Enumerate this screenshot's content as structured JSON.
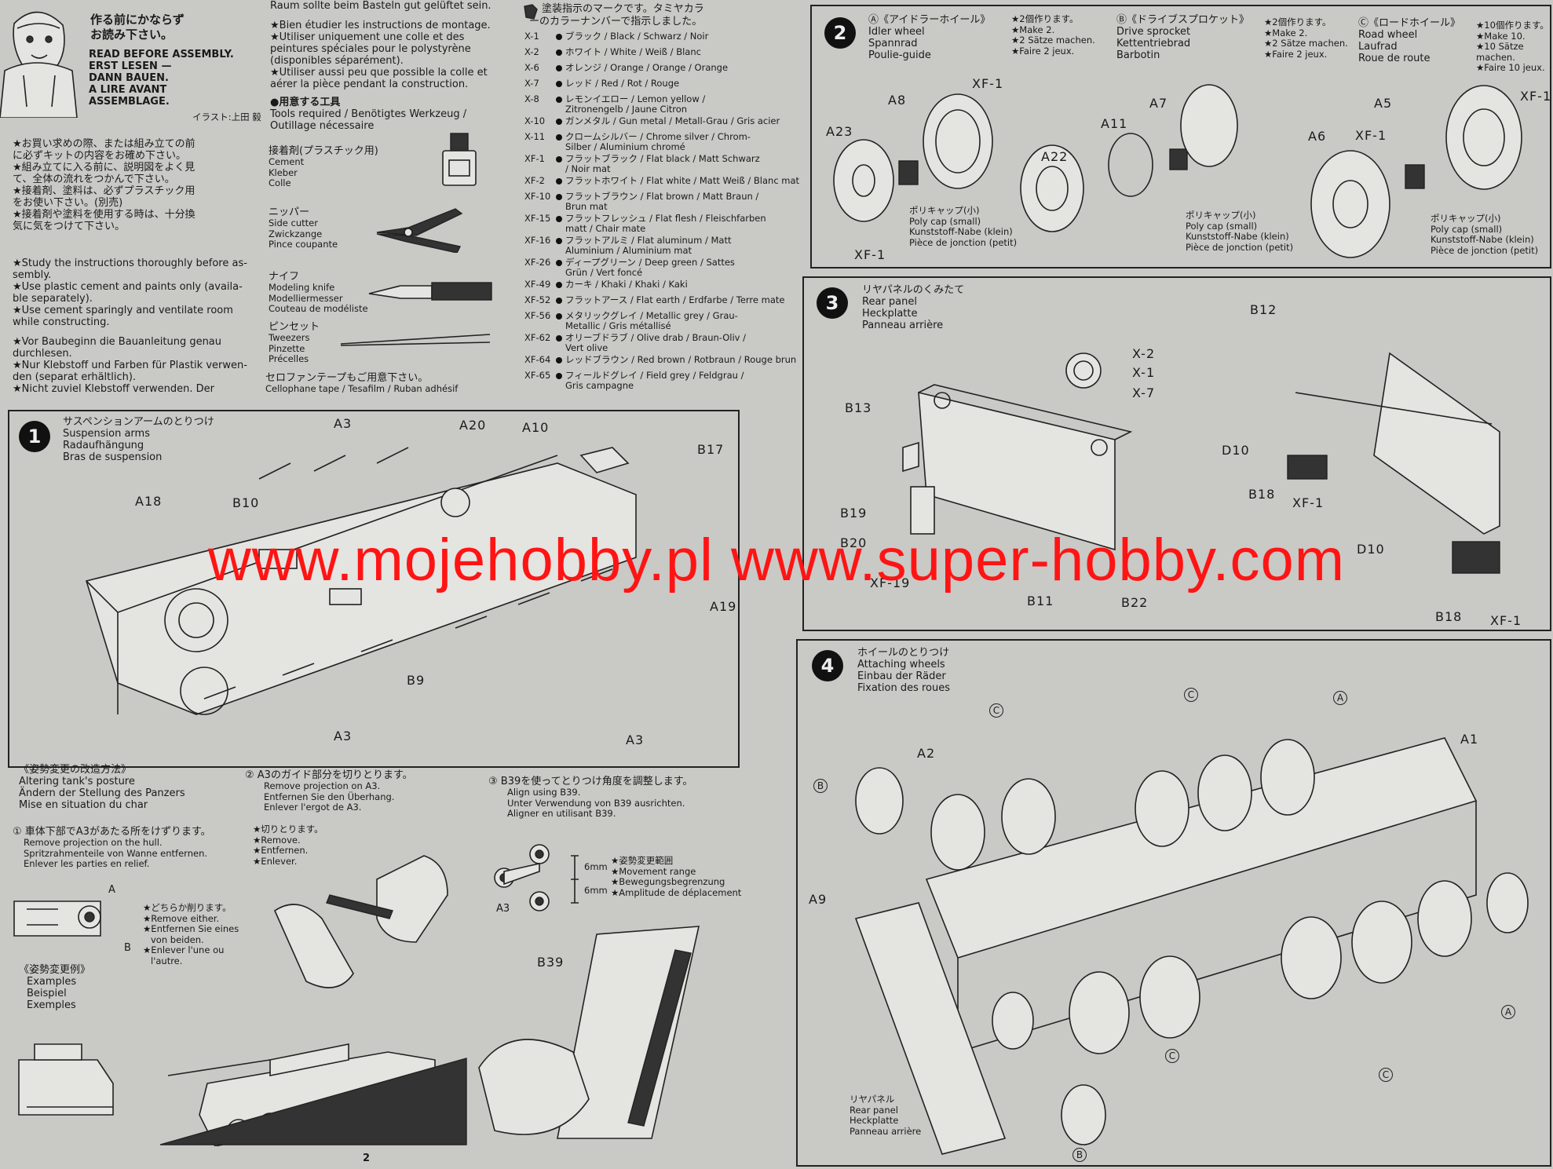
{
  "header": {
    "title_jp": "作る前にかならず\nお読み下さい。",
    "title_en": "READ BEFORE ASSEMBLY.",
    "title_de": "ERST LESEN — DANN BAUEN.",
    "title_fr": "A LIRE AVANT ASSEMBLAGE.",
    "illustrator": "イラスト:上田 毅"
  },
  "intro_jp": [
    "★お買い求めの際、または組み立ての前",
    "に必ずキットの内容をお確め下さい。",
    "★組み立てに入る前に、説明図をよく見",
    "て、全体の流れをつかんで下さい。",
    "★接着剤、塗料は、必ずプラスチック用",
    "をお使い下さい。(別売)",
    "★接着剤や塗料を使用する時は、十分換",
    "気に気をつけて下さい。"
  ],
  "intro_en": [
    "★Study the instructions thoroughly before as-",
    "sembly.",
    "★Use plastic cement and paints only (availa-",
    "ble separately).",
    "★Use cement sparingly and ventilate room",
    "while constructing."
  ],
  "intro_de": [
    "★Vor Baubeginn die Bauanleitung genau",
    "durchlesen.",
    "★Nur Klebstoff und Farben für Plastik verwen-",
    "den (separat erhältlich).",
    "★Nicht zuviel Klebstoff verwenden. Der"
  ],
  "intro_de2": [
    "Raum sollte beim Basteln gut gelüftet sein."
  ],
  "intro_fr": [
    "★Bien étudier les instructions de montage.",
    "★Utiliser uniquement une colle et des",
    "peintures spéciales pour le polystyrène",
    "(disponibles séparément).",
    "★Utiliser aussi peu que possible la colle et",
    "aérer la pièce pendant la construction."
  ],
  "tools": {
    "title_jp": "●用意する工具",
    "title": "Tools required / Benötigtes Werkzeug /",
    "title2": "Outillage nécessaire",
    "items": [
      {
        "jp": "接着剤(プラスチック用)",
        "lines": [
          "Cement",
          "Kleber",
          "Colle"
        ]
      },
      {
        "jp": "ニッパー",
        "lines": [
          "Side cutter",
          "Zwickzange",
          "Pince coupante"
        ]
      },
      {
        "jp": "ナイフ",
        "lines": [
          "Modeling knife",
          "Modelliermesser",
          "Couteau de modéliste"
        ]
      },
      {
        "jp": "ピンセット",
        "lines": [
          "Tweezers",
          "Pinzette",
          "Précelles"
        ]
      }
    ],
    "tape_jp": "セロファンテープもご用意下さい。",
    "tape": "Cellophane tape / Tesafilm / Ruban adhésif"
  },
  "paint": {
    "title_jp": "塗装指示のマークです。タミヤカラ",
    "title_jp2": "ーのカラーナンバーで指示しました。",
    "colors": [
      {
        "code": "X-1",
        "name": "ブラック / Black / Schwarz / Noir"
      },
      {
        "code": "X-2",
        "name": "ホワイト / White / Weiß / Blanc"
      },
      {
        "code": "X-6",
        "name": "オレンジ / Orange / Orange / Orange"
      },
      {
        "code": "X-7",
        "name": "レッド / Red / Rot / Rouge"
      },
      {
        "code": "X-8",
        "name": "レモンイエロー / Lemon yellow /",
        "name2": "Zitronengelb / Jaune Citron"
      },
      {
        "code": "X-10",
        "name": "ガンメタル / Gun metal / Metall-Grau / Gris acier"
      },
      {
        "code": "X-11",
        "name": "クロームシルバー / Chrome silver / Chrom-",
        "name2": "Silber / Aluminium chromé"
      },
      {
        "code": "XF-1",
        "name": "フラットブラック / Flat black / Matt Schwarz",
        "name2": "/ Noir mat"
      },
      {
        "code": "XF-2",
        "name": "フラットホワイト / Flat white / Matt Weiß / Blanc mat"
      },
      {
        "code": "XF-10",
        "name": "フラットブラウン / Flat brown / Matt Braun /",
        "name2": "Brun mat"
      },
      {
        "code": "XF-15",
        "name": "フラットフレッシュ / Flat flesh / Fleischfarben",
        "name2": "matt / Chair mate"
      },
      {
        "code": "XF-16",
        "name": "フラットアルミ / Flat aluminum / Matt",
        "name2": "Aluminium / Aluminium mat"
      },
      {
        "code": "XF-26",
        "name": "ディープグリーン / Deep green / Sattes",
        "name2": "Grün / Vert foncé"
      },
      {
        "code": "XF-49",
        "name": "カーキ / Khaki / Khaki / Kaki"
      },
      {
        "code": "XF-52",
        "name": "フラットアース / Flat earth / Erdfarbe / Terre mate"
      },
      {
        "code": "XF-56",
        "name": "メタリックグレイ / Metallic grey / Grau-",
        "name2": "Metallic / Gris métallisé"
      },
      {
        "code": "XF-62",
        "name": "オリーブドラブ / Olive drab / Braun-Oliv /",
        "name2": "Vert olive"
      },
      {
        "code": "XF-64",
        "name": "レッドブラウン / Red brown / Rotbraun / Rouge brun"
      },
      {
        "code": "XF-65",
        "name": "フィールドグレイ / Field grey / Feldgrau /",
        "name2": "Gris campagne"
      }
    ]
  },
  "step1": {
    "num": "1",
    "title_jp": "サスペンションアームのとりつけ",
    "title_en": "Suspension arms",
    "title_de": "Radaufhängung",
    "title_fr": "Bras de suspension",
    "parts": [
      "A3",
      "A20",
      "A10",
      "B17",
      "A18",
      "B10",
      "A19",
      "B9",
      "A3",
      "A3"
    ]
  },
  "posture": {
    "title_jp": "《姿勢変更の改造方法》",
    "title_en": "Altering tank's posture",
    "title_de": "Ändern der Stellung des Panzers",
    "title_fr": "Mise en situation du char",
    "s1_jp": "① 車体下部でA3があたる所をけずります。",
    "s1_en": "Remove projection on the hull.",
    "s1_de": "Spritzrahmenteile von Wanne entfernen.",
    "s1_fr": "Enlever les parties en relief.",
    "either_jp": "★どちらか削ります。",
    "either_en": "★Remove either.",
    "either_de": "★Entfernen Sie eines",
    "either_de2": "von beiden.",
    "either_fr": "★Enlever l'une ou",
    "either_fr2": "l'autre.",
    "ex_jp": "《姿勢変更例》",
    "ex_en": "Examples",
    "ex_de": "Beispiel",
    "ex_fr": "Exemples",
    "s2_jp": "② A3のガイド部分を切りとります。",
    "s2_en": "Remove projection on A3.",
    "s2_de": "Entfernen Sie den Überhang.",
    "s2_fr": "Enlever l'ergot de A3.",
    "cut_jp": "★切りとります。",
    "cut_en": "★Remove.",
    "cut_de": "★Entfernen.",
    "cut_fr": "★Enlever.",
    "s3_jp": "③ B39を使ってとりつけ角度を調整します。",
    "s3_en": "Align using B39.",
    "s3_de": "Unter Verwendung von B39 ausrichten.",
    "s3_fr": "Aligner en utilisant B39.",
    "range_jp": "★姿勢変更範囲",
    "range_en": "★Movement range",
    "range_de": "★Bewegungsbegrenzung",
    "range_fr": "★Amplitude de déplacement",
    "mm": "6mm",
    "lbl_a": "A",
    "lbl_b": "B",
    "lbl_a3": "A3",
    "lbl_b39": "B39"
  },
  "page_number": "2",
  "step2": {
    "num": "2",
    "idler_jp": "Ⓐ《アイドラーホイール》",
    "idler_make_jp": "★2個作ります。",
    "idler_en": "Idler wheel",
    "idler_de": "Spannrad",
    "idler_fr": "Poulie-guide",
    "idler_make": [
      "★Make 2.",
      "★2 Sätze machen.",
      "★Faire 2 jeux."
    ],
    "drive_jp": "Ⓑ《ドライブスプロケット》",
    "drive_make_jp": "★2個作ります。",
    "drive_en": "Drive sprocket",
    "drive_de": "Kettentriebrad",
    "drive_fr": "Barbotin",
    "drive_make": [
      "★Make 2.",
      "★2 Sätze machen.",
      "★Faire 2 jeux."
    ],
    "road_jp": "Ⓒ《ロードホイール》",
    "road_make_jp": "★10個作ります。",
    "road_en": "Road wheel",
    "road_de": "Laufrad",
    "road_fr": "Roue de route",
    "road_make": [
      "★Make 10.",
      "★10 Sätze machen.",
      "★Faire 10 jeux."
    ],
    "polycap_jp": "ポリキャップ(小)",
    "polycap": [
      "Poly cap (small)",
      "Kunststoff-Nabe (klein)",
      "Pièce de jonction (petit)"
    ],
    "parts": {
      "a8": "A8",
      "a23": "A23",
      "xf1": "XF-1",
      "a7": "A7",
      "a11": "A11",
      "a22": "A22",
      "a5": "A5",
      "a6": "A6"
    }
  },
  "step3": {
    "num": "3",
    "title_jp": "リヤパネルのくみたて",
    "title_en": "Rear panel",
    "title_de": "Heckplatte",
    "title_fr": "Panneau arrière",
    "parts": {
      "b12": "B12",
      "b13": "B13",
      "b19": "B19",
      "b20": "B20",
      "b11": "B11",
      "b22": "B22",
      "d10": "D10",
      "b18": "B18",
      "x2": "X-2",
      "x1": "X-1",
      "x7": "X-7",
      "xf1": "XF-1",
      "xf19": "XF-19"
    }
  },
  "step4": {
    "num": "4",
    "title_jp": "ホイールのとりつけ",
    "title_en": "Attaching wheels",
    "title_de": "Einbau der Räder",
    "title_fr": "Fixation des roues",
    "rear_jp": "リヤパネル",
    "rear_en": "Rear panel",
    "rear_de": "Heckplatte",
    "rear_fr": "Panneau arrière",
    "parts": {
      "a2": "A2",
      "a1": "A1",
      "a9": "A9",
      "a": "A",
      "b": "B",
      "c": "C"
    }
  },
  "watermark": "www.mojehobby.pl www.super-hobby.com"
}
